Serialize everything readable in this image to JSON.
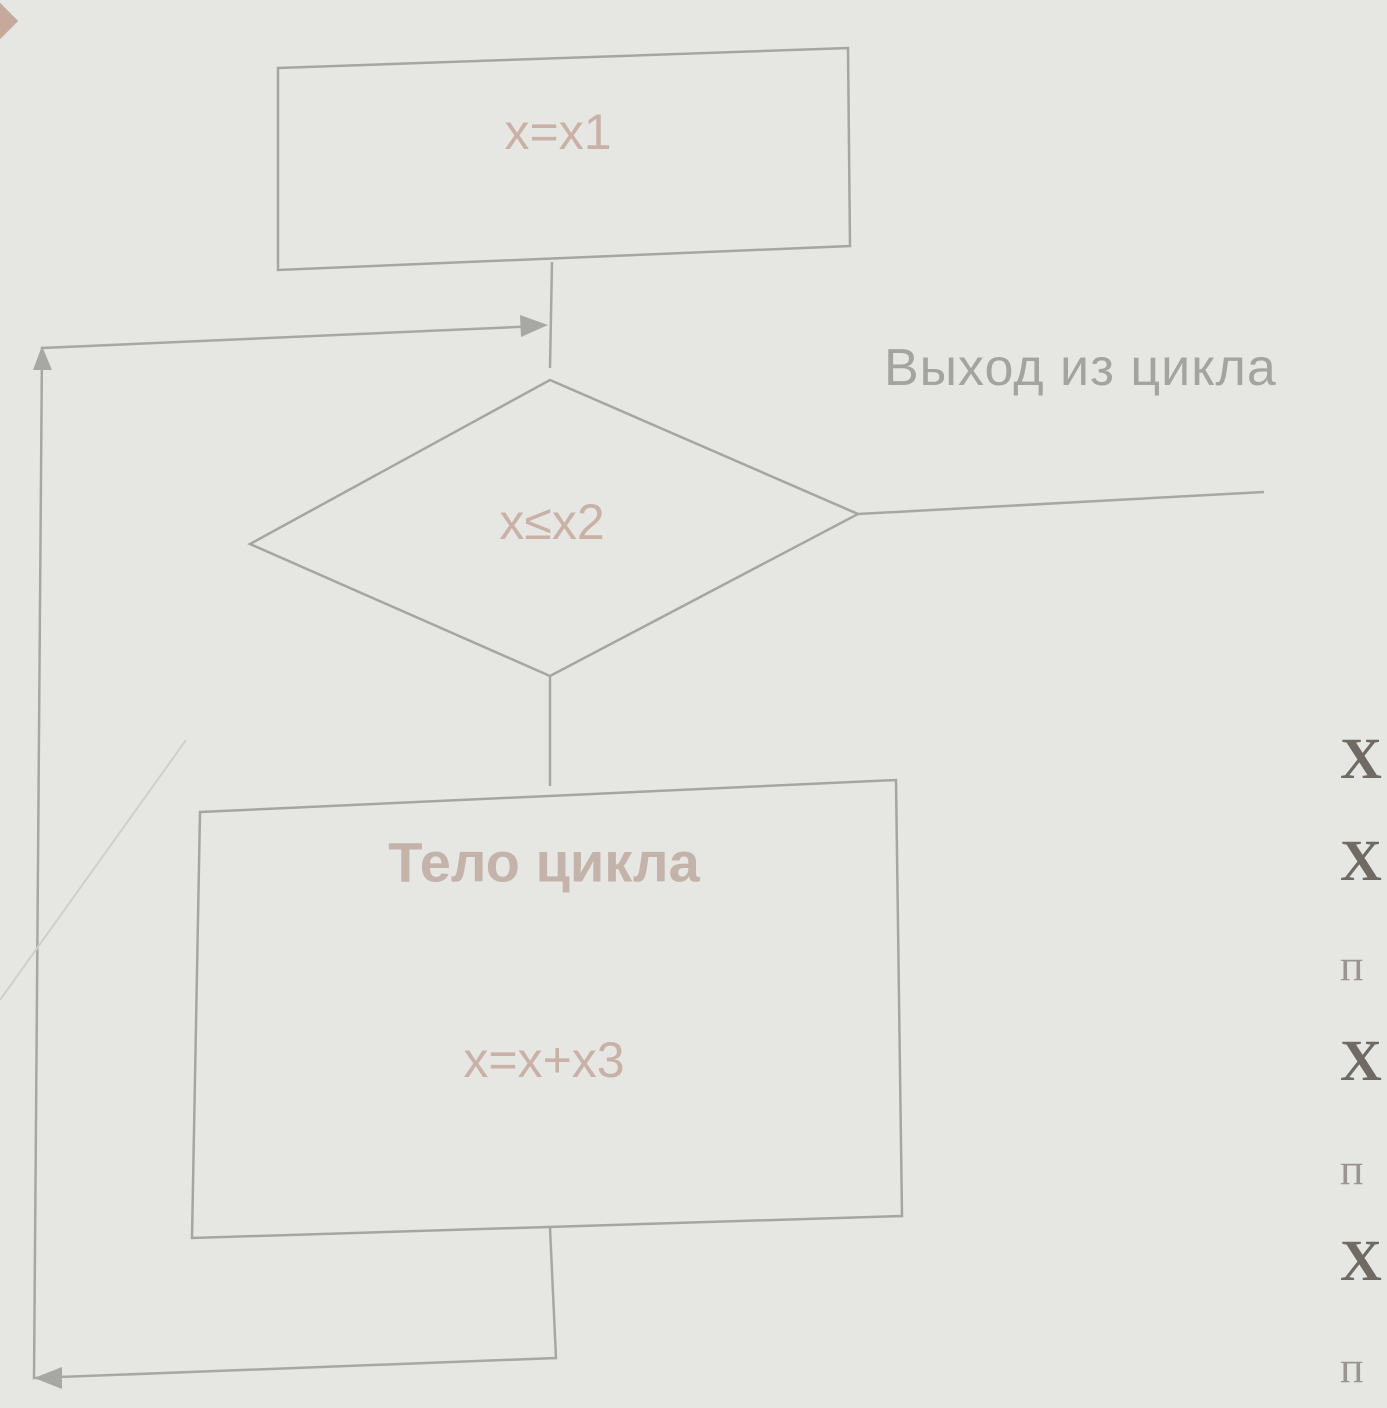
{
  "diagram": {
    "init_block": {
      "text": "x=x1"
    },
    "condition": {
      "text": "x≤x2"
    },
    "body_block": {
      "title": "Тело цикла",
      "text": "x=x+x3"
    },
    "exit_label": "Выход из цикла"
  },
  "side_fragment": {
    "lines": [
      "X",
      "X",
      "п",
      "X",
      "п",
      "X",
      "п"
    ]
  },
  "colors": {
    "background": "#e6e7e3",
    "shape_stroke": "#a5a6a2",
    "formula_text": "#c9b1a8",
    "exit_text": "#a3a4a0",
    "side_text": "#6f6a64"
  }
}
